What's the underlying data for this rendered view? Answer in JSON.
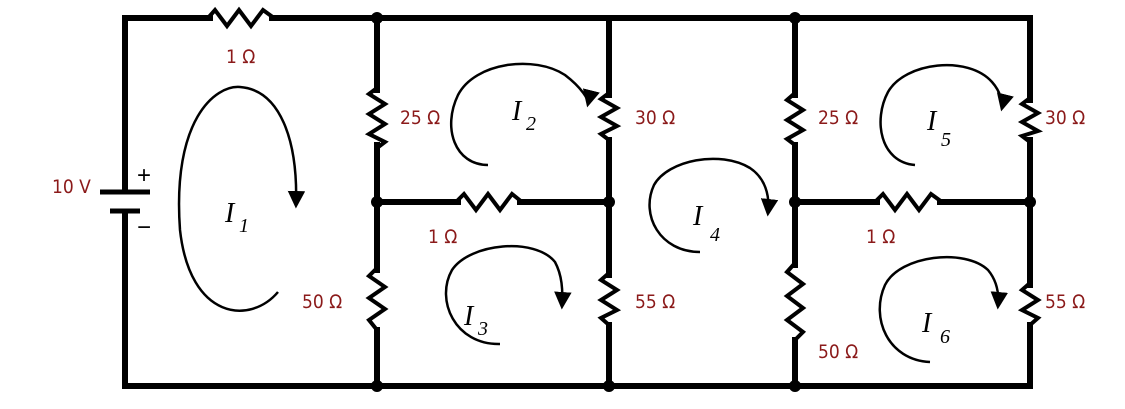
{
  "source": {
    "voltage": "10 V",
    "plus": "+",
    "minus": "−"
  },
  "resistors": {
    "top": "1 Ω",
    "r25_left": "25 Ω",
    "r30_left": "30 Ω",
    "r1_mid_left": "1 Ω",
    "r50_left": "50 Ω",
    "r55_left": "55 Ω",
    "r25_right": "25 Ω",
    "r30_right": "30 Ω",
    "r1_mid_right": "1 Ω",
    "r50_right": "50 Ω",
    "r55_right": "55 Ω"
  },
  "currents": [
    {
      "main": "I",
      "sub": "1"
    },
    {
      "main": "I",
      "sub": "2"
    },
    {
      "main": "I",
      "sub": "3"
    },
    {
      "main": "I",
      "sub": "4"
    },
    {
      "main": "I",
      "sub": "5"
    },
    {
      "main": "I",
      "sub": "6"
    }
  ]
}
